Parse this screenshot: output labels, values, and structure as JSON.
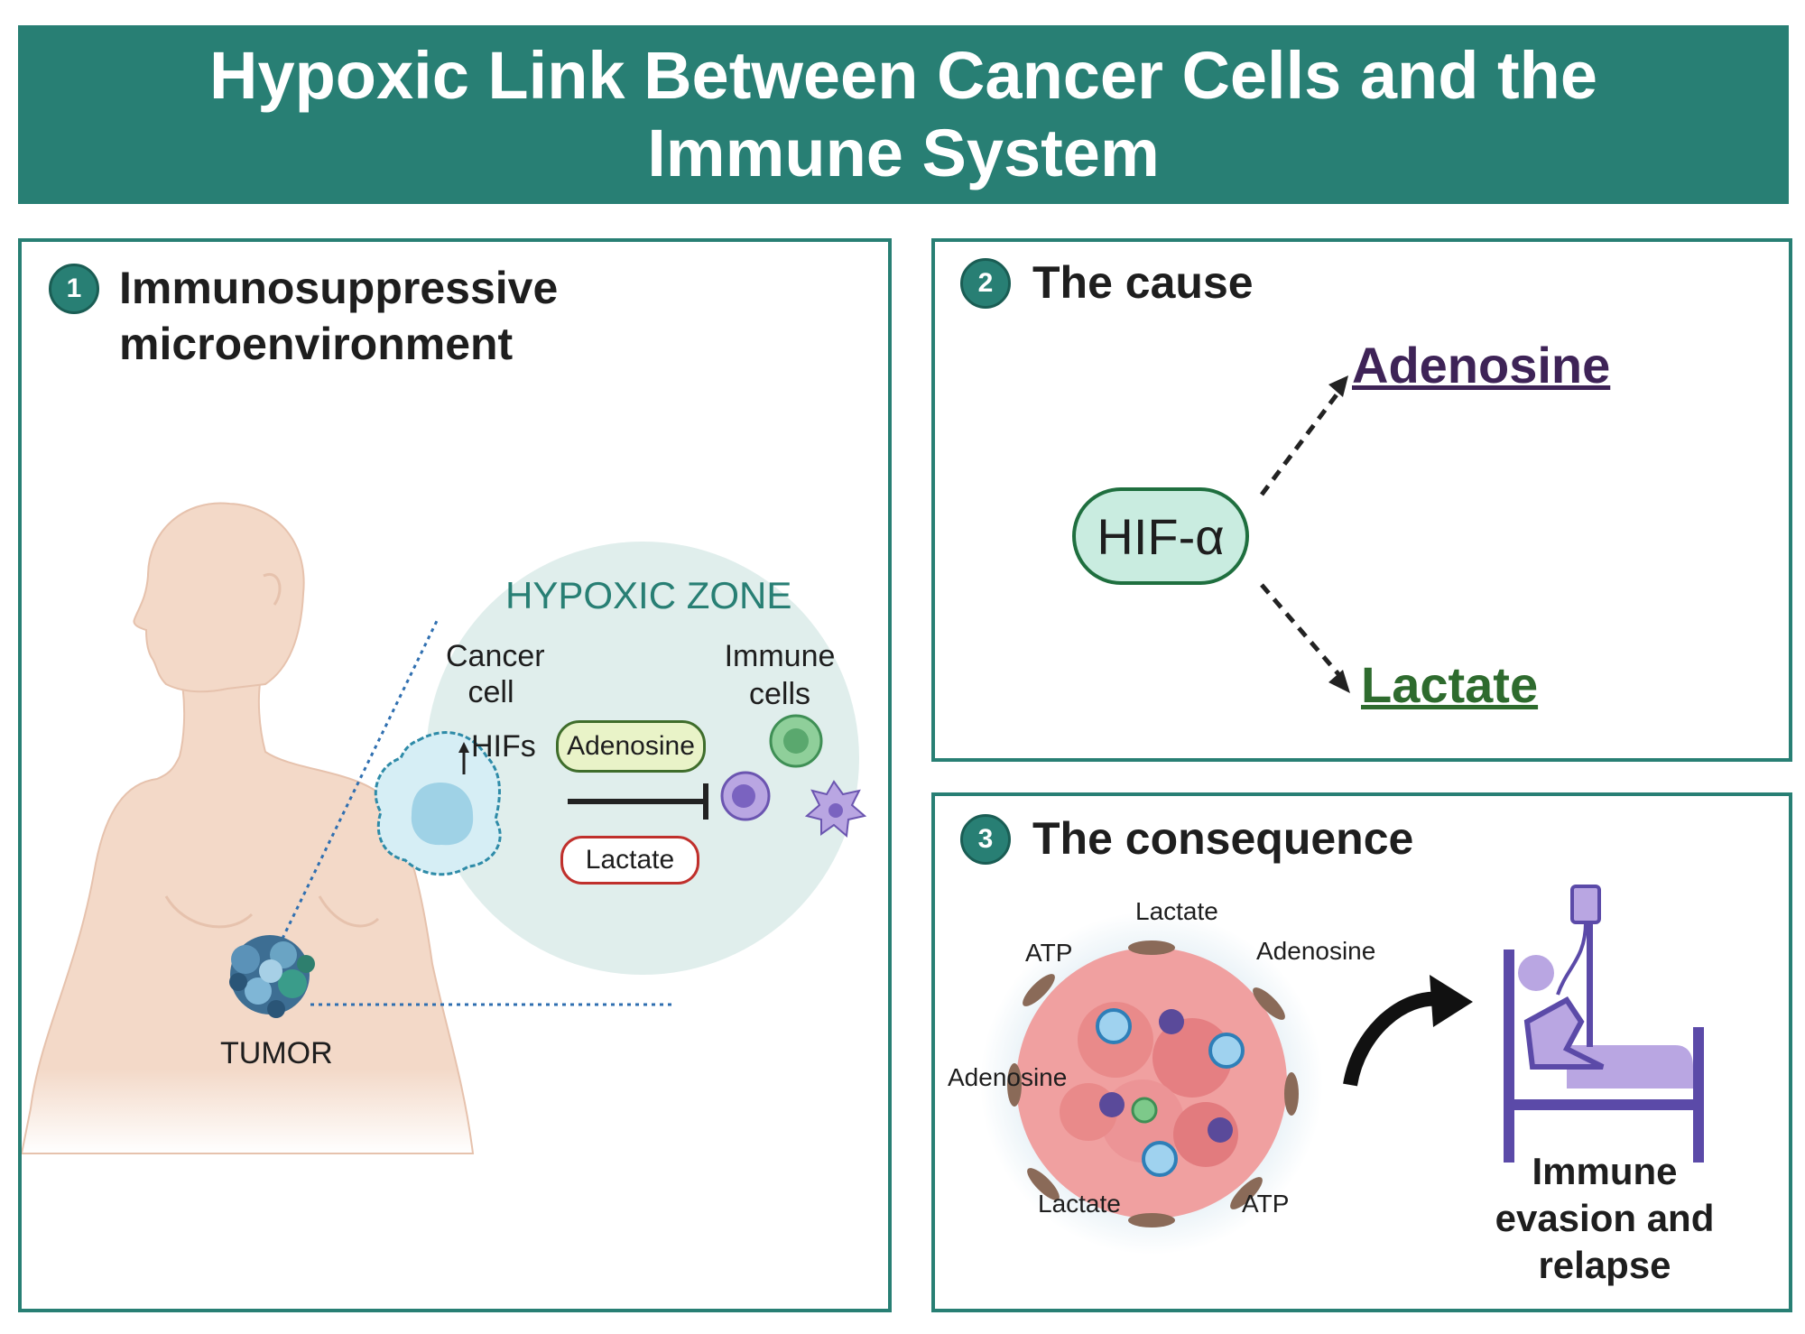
{
  "title": {
    "line1": "Hypoxic Link Between Cancer Cells and the",
    "line2": "Immune System"
  },
  "panel1": {
    "number": "1",
    "title_line1": "Immunosuppressive",
    "title_line2": "microenvironment",
    "zone_label": "HYPOXIC ZONE",
    "cancer_cell_line1": "Cancer",
    "cancer_cell_line2": "cell",
    "hifs_label": "HIFs",
    "immune_cells_line1": "Immune",
    "immune_cells_line2": "cells",
    "adenosine_pill": "Adenosine",
    "lactate_pill": "Lactate",
    "tumor_label": "TUMOR"
  },
  "panel2": {
    "number": "2",
    "title": "The cause",
    "hif_label": "HIF-α",
    "adenosine": "Adenosine",
    "lactate": "Lactate"
  },
  "panel3": {
    "number": "3",
    "title": "The consequence",
    "labels": {
      "lactate_top": "Lactate",
      "atp_top": "ATP",
      "adenosine_top": "Adenosine",
      "adenosine_left": "Adenosine",
      "lactate_bottom": "Lactate",
      "atp_bottom": "ATP"
    },
    "outcome_line1": "Immune",
    "outcome_line2": "evasion and",
    "outcome_line3": "relapse"
  },
  "colors": {
    "brand_teal": "#287f74",
    "adenosine_purple": "#3e2357",
    "lactate_green": "#2e6b2e",
    "pill_adenosine_fill": "#e9f3c8",
    "pill_lactate_border": "#c0302c",
    "hif_fill": "#c9ece0",
    "zone_fill": "#e0eeec",
    "skin": "#f3d9c8",
    "bed_purple": "#5b4aa8"
  }
}
